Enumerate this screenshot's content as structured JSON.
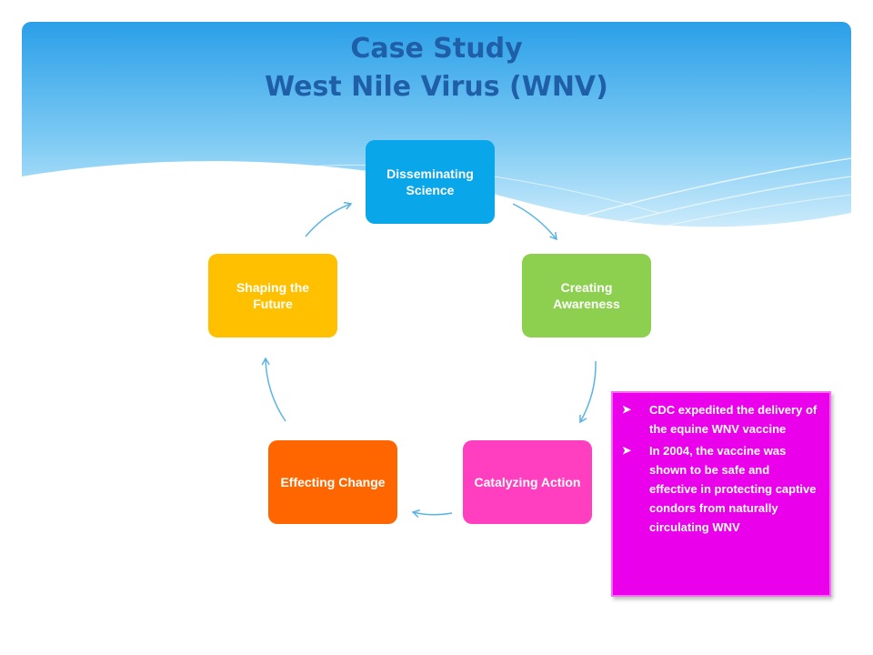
{
  "slide": {
    "title_line1": "Case Study",
    "title_line2": "West Nile Virus (WNV)"
  },
  "cycle": {
    "nodes": [
      {
        "label": "Disseminating Science",
        "color": "#0aa6ea"
      },
      {
        "label": "Creating Awareness",
        "color": "#8dd04f"
      },
      {
        "label": "Catalyzing Action",
        "color": "#ff3fc0"
      },
      {
        "label": "Effecting Change",
        "color": "#ff6600"
      },
      {
        "label": "Shaping the Future",
        "color": "#ffc000"
      }
    ]
  },
  "callout": {
    "background": "#ea00ea",
    "bullets": [
      "CDC expedited the delivery of the equine WNV vaccine",
      "In 2004, the vaccine was shown to be safe and effective in protecting captive condors from naturally circulating WNV"
    ]
  },
  "colors": {
    "banner_top": "#2a9fe8",
    "banner_bottom": "#bfe6fa",
    "title": "#1f5fa8",
    "arrow": "#5ab4e2"
  }
}
